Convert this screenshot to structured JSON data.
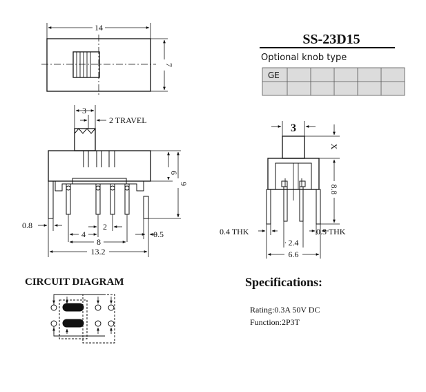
{
  "title": "SS-23D15",
  "knob": {
    "heading": "Optional knob type",
    "first_cell": "GE"
  },
  "top_view": {
    "width": "14",
    "height": "7"
  },
  "front_view": {
    "knob": "3",
    "travel": "2  TRAVEL",
    "h6": "6",
    "h9": "9",
    "left": "0.8",
    "mid4": "4",
    "mid2": "2",
    "mid8": "8",
    "right": "0.5",
    "total": "13.2"
  },
  "side_view": {
    "knob": "3",
    "x": "X",
    "h": "8.8",
    "left_thk": "0.4  THK",
    "right_thk": "0.3  THK",
    "pitch": "2.4",
    "total": "6.6"
  },
  "circuit": {
    "heading": "CIRCUIT DIAGRAM"
  },
  "specs": {
    "heading": "Specifications:",
    "rating": "Rating:0.3A 50V DC",
    "function": "Function:2P3T"
  }
}
